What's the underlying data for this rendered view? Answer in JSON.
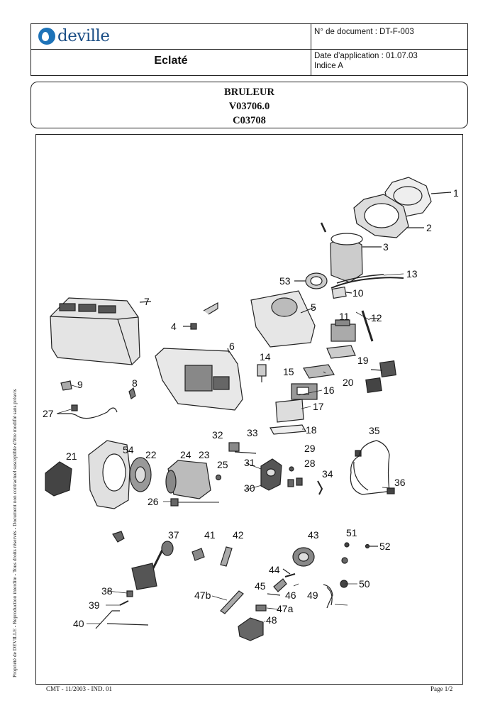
{
  "header": {
    "logo_text": "deville",
    "doc_title": "Eclaté",
    "doc_number": "N° de document : DT-F-003",
    "date_application": "Date d’application : 01.07.03",
    "indice": "Indice A"
  },
  "product": {
    "line1": "BRULEUR",
    "line2": "V03706.0",
    "line3": "C03708"
  },
  "parts": {
    "p1": "1",
    "p2": "2",
    "p3": "3",
    "p4": "4",
    "p5": "5",
    "p6": "6",
    "p7": "7",
    "p8": "8",
    "p9": "9",
    "p10": "10",
    "p11": "11",
    "p12": "12",
    "p13": "13",
    "p14": "14",
    "p15": "15",
    "p16": "16",
    "p17": "17",
    "p18": "18",
    "p19": "19",
    "p20": "20",
    "p21": "21",
    "p22": "22",
    "p23": "23",
    "p24": "24",
    "p25": "25",
    "p26": "26",
    "p27": "27",
    "p28": "28",
    "p29": "29",
    "p30": "30",
    "p31": "31",
    "p32": "32",
    "p33": "33",
    "p34": "34",
    "p35": "35",
    "p36": "36",
    "p37": "37",
    "p38": "38",
    "p39": "39",
    "p40": "40",
    "p41": "41",
    "p42": "42",
    "p43": "43",
    "p44": "44",
    "p45": "45",
    "p46": "46",
    "p47a": "47a",
    "p47b": "47b",
    "p48": "48",
    "p49": "49",
    "p50": "50",
    "p51": "51",
    "p52": "52",
    "p53": "53",
    "p54": "54"
  },
  "side_note": "Propriété de DEVILLE - Reproduction interdite - Tous droits réservés - Document non contractuel susceptible d'être modifié sans préavis",
  "footer": {
    "left": "CMT - 11/2003 - IND. 01",
    "right": "Page 1/2"
  }
}
